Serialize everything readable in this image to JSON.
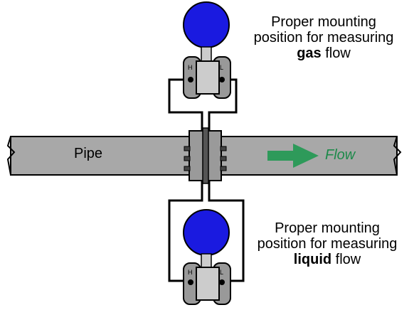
{
  "captions": {
    "gas": {
      "line1": "Proper mounting",
      "line2": "position for measuring",
      "bold": "gas",
      "rest": " flow"
    },
    "liquid": {
      "line1": "Proper mounting",
      "line2": "position for measuring",
      "bold": "liquid",
      "rest": " flow"
    }
  },
  "pipe": {
    "label": "Pipe"
  },
  "flow": {
    "label": "Flow"
  },
  "transmitter": {
    "high_port": "H",
    "low_port": "L"
  },
  "colors": {
    "gauge": "#1a1ae0",
    "pipe": "#a8a8a8",
    "body": "#cccccc",
    "capsule": "#999999",
    "flow_arrow": "#2e9a5a"
  }
}
